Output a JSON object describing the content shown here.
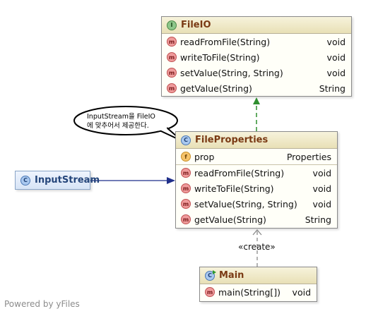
{
  "fileio": {
    "title": "FileIO",
    "badge": "I",
    "methods": [
      {
        "name": "readFromFile(String)",
        "type": "void",
        "badge": "m"
      },
      {
        "name": "writeToFile(String)",
        "type": "void",
        "badge": "m"
      },
      {
        "name": "setValue(String, String)",
        "type": "void",
        "badge": "m"
      },
      {
        "name": "getValue(String)",
        "type": "String",
        "badge": "m"
      }
    ]
  },
  "fileproperties": {
    "title": "FileProperties",
    "badge": "C",
    "fields": [
      {
        "name": "prop",
        "type": "Properties",
        "badge": "f"
      }
    ],
    "methods": [
      {
        "name": "readFromFile(String)",
        "type": "void",
        "badge": "m"
      },
      {
        "name": "writeToFile(String)",
        "type": "void",
        "badge": "m"
      },
      {
        "name": "setValue(String, String)",
        "type": "void",
        "badge": "m"
      },
      {
        "name": "getValue(String)",
        "type": "String",
        "badge": "m"
      }
    ]
  },
  "inputstream": {
    "title": "InputStream",
    "badge": "C"
  },
  "main": {
    "title": "Main",
    "badge": "C",
    "methods": [
      {
        "name": "main(String[])",
        "type": "void",
        "badge": "m"
      }
    ]
  },
  "note": {
    "line1": "InputStream을 FileIO",
    "line2": "에 맞추어서 제공한다."
  },
  "edges": {
    "create_label": "«create»"
  },
  "footer": "Powered by yFiles",
  "colors": {
    "realization": "#2f8f2f",
    "association": "#1f2f8a",
    "dependency": "#8a8a8a"
  }
}
